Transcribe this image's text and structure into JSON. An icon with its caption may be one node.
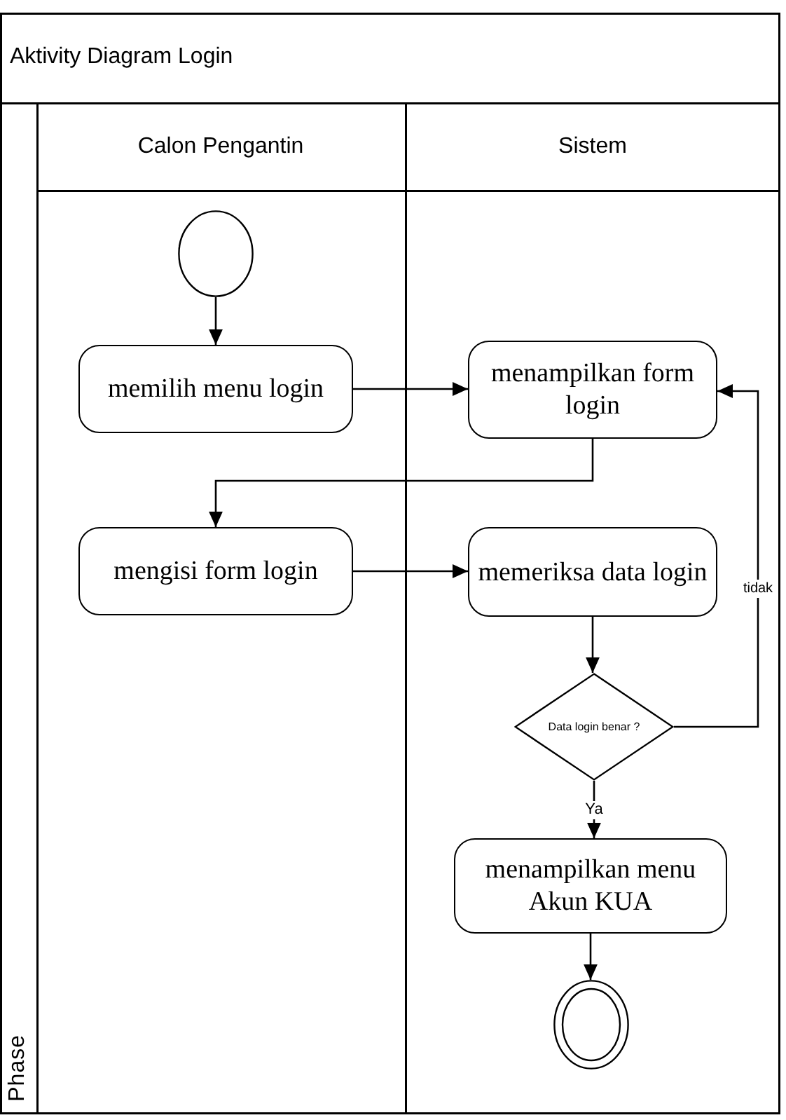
{
  "diagram": {
    "nodes": [
      {
        "text": [
          "Aktivity Diagram Login"
        ]
      },
      {
        "text": [
          "Phase"
        ],
        "in": 0
      },
      {
        "text": [
          "Calon Pengantin"
        ],
        "in": 0
      },
      {
        "text": [
          "Sistem"
        ],
        "in": 0
      },
      {
        "text": [],
        "shape": "circle",
        "in": 2
      },
      {
        "text": [
          "memilih menu login"
        ],
        "in": 2
      },
      {
        "text": [
          "menampilkan form login"
        ],
        "in": 3
      },
      {
        "text": [
          "mengisi form login"
        ],
        "in": 2
      },
      {
        "text": [
          "memeriksa data login"
        ],
        "in": 3
      },
      {
        "text": [
          "Data login benar ?"
        ],
        "in": 3
      },
      {
        "text": [
          "menampilkan menu Akun KUA"
        ],
        "in": 3
      },
      {
        "text": [],
        "shape": "circle",
        "in": 3
      }
    ],
    "edges": [
      {
        "from": 4,
        "to": 5,
        "arrow": "to"
      },
      {
        "from": 5,
        "to": 6,
        "arrow": "to"
      },
      {
        "from": 6,
        "to": 7,
        "arrow": "to"
      },
      {
        "from": 7,
        "to": 8,
        "arrow": "to"
      },
      {
        "from": 8,
        "to": 9,
        "arrow": "to"
      },
      {
        "from": 9,
        "to": 6,
        "arrow": "to",
        "label": "tidak"
      },
      {
        "from": 9,
        "to": 10,
        "arrow": "to",
        "label": "Ya"
      },
      {
        "from": 10,
        "to": 11,
        "arrow": "to"
      }
    ]
  }
}
